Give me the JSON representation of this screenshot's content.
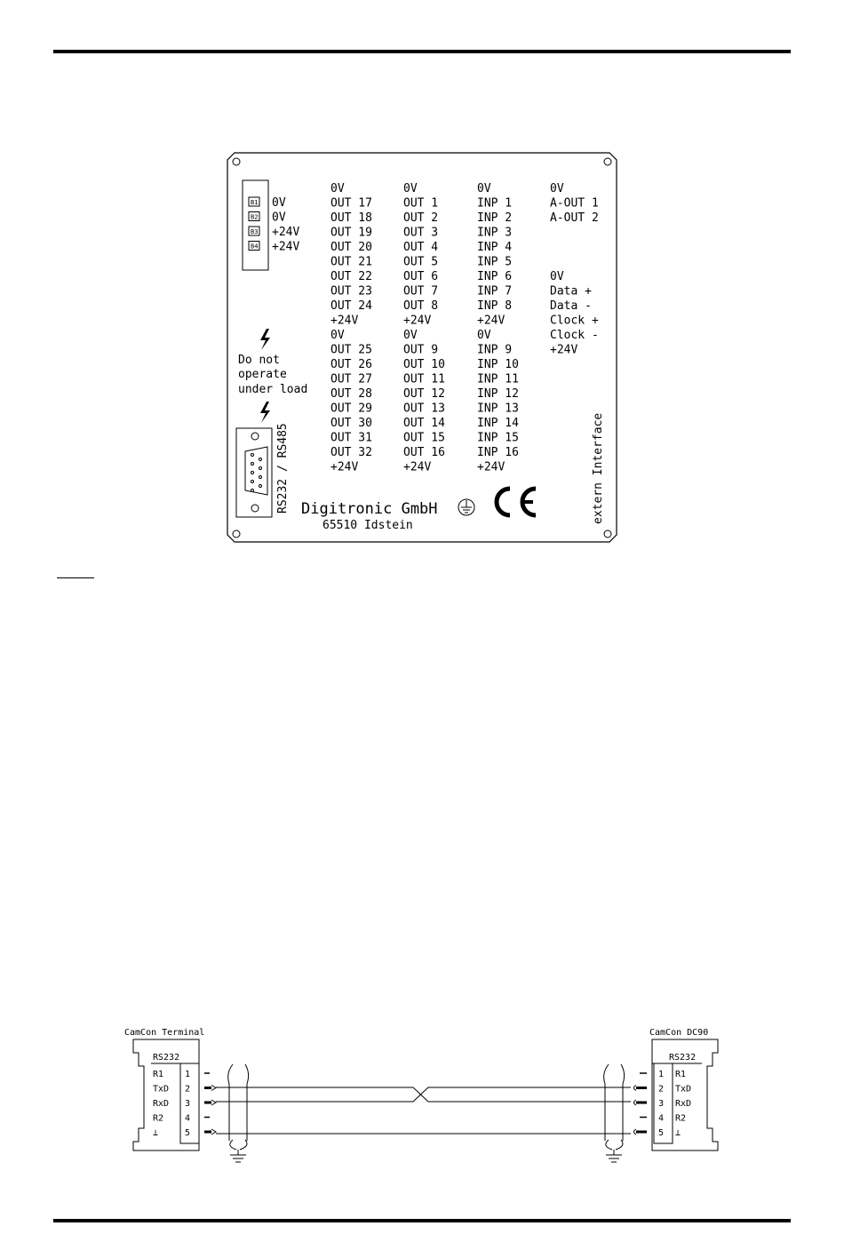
{
  "panel": {
    "bridge_labels": [
      "B1",
      "B2",
      "B3",
      "B4"
    ],
    "bridge_values": [
      "0V",
      "0V",
      "+24V",
      "+24V"
    ],
    "columns": [
      [
        "0V",
        "OUT 17",
        "OUT 18",
        "OUT 19",
        "OUT 20",
        "OUT 21",
        "OUT 22",
        "OUT 23",
        "OUT 24",
        "+24V",
        "0V",
        "OUT 25",
        "OUT 26",
        "OUT 27",
        "OUT 28",
        "OUT 29",
        "OUT 30",
        "OUT 31",
        "OUT 32",
        "+24V"
      ],
      [
        "0V",
        "OUT 1",
        "OUT 2",
        "OUT 3",
        "OUT 4",
        "OUT 5",
        "OUT 6",
        "OUT 7",
        "OUT 8",
        "+24V",
        "0V",
        "OUT 9",
        "OUT 10",
        "OUT 11",
        "OUT 12",
        "OUT 13",
        "OUT 14",
        "OUT 15",
        "OUT 16",
        "+24V"
      ],
      [
        "0V",
        "INP 1",
        "INP 2",
        "INP 3",
        "INP 4",
        "INP 5",
        "INP 6",
        "INP 7",
        "INP 8",
        "+24V",
        "0V",
        "INP 9",
        "INP 10",
        "INP 11",
        "INP 12",
        "INP 13",
        "INP 14",
        "INP 15",
        "INP 16",
        "+24V"
      ],
      [
        "0V",
        "A-OUT 1",
        "A-OUT 2",
        "",
        "",
        "",
        "0V",
        "Data +",
        "Data -",
        "Clock +",
        "Clock -",
        "+24V"
      ]
    ],
    "warning_lines": [
      "Do not",
      "operate",
      "under load"
    ],
    "connector_label": "RS232 / RS485",
    "company": "Digitronic GmbH",
    "address": "65510 Idstein",
    "ce_mark": "CE",
    "extern_label": "extern Interface"
  },
  "wiring": {
    "left_title": "CamCon Terminal",
    "right_title": "CamCon DC90",
    "left_port": "RS232",
    "right_port": "RS232",
    "left_signals": [
      "R1",
      "TxD",
      "RxD",
      "R2",
      "⊥"
    ],
    "right_signals": [
      "R1",
      "TxD",
      "RxD",
      "R2",
      "⊥"
    ],
    "pins": [
      "1",
      "2",
      "3",
      "4",
      "5"
    ]
  }
}
